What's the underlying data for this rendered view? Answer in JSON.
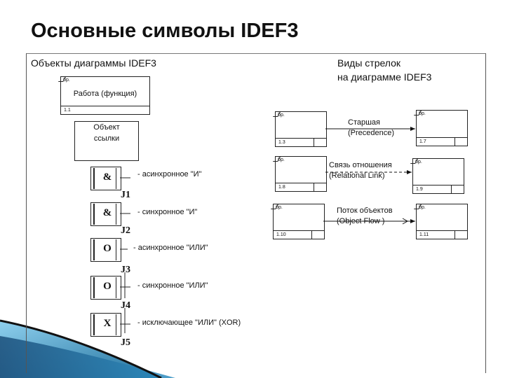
{
  "slide": {
    "title": "Основные символы IDEF3"
  },
  "objects_section": {
    "header": "Объекты диаграммы IDEF3",
    "work_box": {
      "label": "Работа (функция)",
      "number": "1.1",
      "tag": "бр."
    },
    "reference_box": {
      "label_line1": "Объект",
      "label_line2": "ссылки"
    },
    "junctions": [
      {
        "symbol": "&",
        "id": "J1",
        "description": "- асинхронное \"И\""
      },
      {
        "symbol": "&",
        "id": "J2",
        "description": "- синхронное \"И\""
      },
      {
        "symbol": "O",
        "id": "J3",
        "description": "- асинхронное \"ИЛИ\""
      },
      {
        "symbol": "O",
        "id": "J4",
        "description": "- синхронное \"ИЛИ\""
      },
      {
        "symbol": "X",
        "id": "J5",
        "description": "- исключающее \"ИЛИ\" (XOR)"
      }
    ]
  },
  "arrows_section": {
    "header_line1": "Виды стрелок",
    "header_line2": "на диаграмме IDEF3",
    "rows": [
      {
        "label_line1": "Старшая",
        "label_line2": "(Precedence)",
        "style": "solid",
        "left_box": {
          "tag": "бр.",
          "number": "1.3"
        },
        "right_box": {
          "tag": "бр.",
          "number": "1.7"
        }
      },
      {
        "label_line1": "Связь отношения",
        "label_line2": "(Relational Link)",
        "style": "dashed",
        "left_box": {
          "tag": "бр.",
          "number": "1.8"
        },
        "right_box": {
          "tag": "бр.",
          "number": "1.9"
        }
      },
      {
        "label_line1": "Поток объектов",
        "label_line2": "(Object Flow )",
        "style": "double",
        "left_box": {
          "tag": "бр.",
          "number": "1.10"
        },
        "right_box": {
          "tag": "бр.",
          "number": "1.11"
        }
      }
    ]
  }
}
